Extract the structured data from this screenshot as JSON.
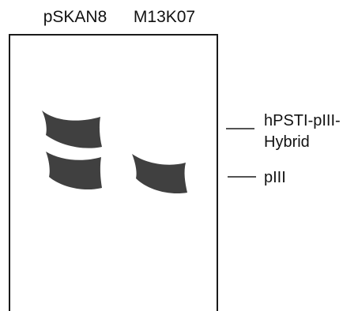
{
  "lanes": [
    {
      "label": "pSKAN8"
    },
    {
      "label": "M13K07"
    }
  ],
  "bands": [
    {
      "lane": "pSKAN8",
      "row": "hPSTI-pIII-Hybrid"
    },
    {
      "lane": "pSKAN8",
      "row": "pIII"
    },
    {
      "lane": "M13K07",
      "row": "pIII"
    }
  ],
  "markers": [
    {
      "label_lines": [
        "hPSTI-pIII-",
        "Hybrid"
      ]
    },
    {
      "label_lines": [
        "pIII"
      ]
    }
  ],
  "colors": {
    "band": "#404040",
    "frame": "#1a1a1a",
    "background": "#ffffff"
  }
}
